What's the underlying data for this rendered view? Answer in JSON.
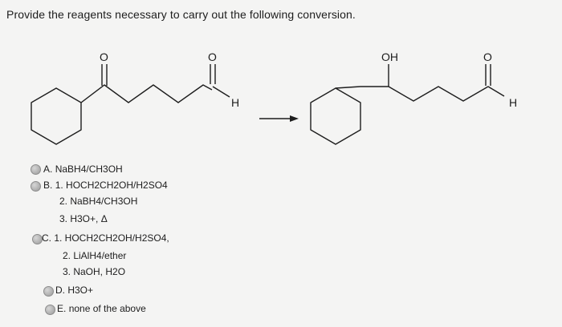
{
  "question": "Provide the reagents necessary to carry out the following conversion.",
  "scheme": {
    "reactant": {
      "labels": [
        "O",
        "O",
        "H"
      ]
    },
    "product": {
      "labels": [
        "OH",
        "O",
        "H"
      ]
    }
  },
  "options": [
    {
      "letter": "A.",
      "lines": [
        "NaBH4/CH3OH"
      ]
    },
    {
      "letter": "B.",
      "lines": [
        "1. HOCH2CH2OH/H2SO4",
        "2. NaBH4/CH3OH",
        "3. H3O+, Δ"
      ]
    },
    {
      "letter": "C.",
      "lines": [
        "1. HOCH2CH2OH/H2SO4,",
        "2. LiAlH4/ether",
        "3. NaOH, H2O"
      ]
    },
    {
      "letter": "D.",
      "lines": [
        "H3O+"
      ]
    },
    {
      "letter": "E.",
      "lines": [
        "none of the above"
      ]
    }
  ]
}
